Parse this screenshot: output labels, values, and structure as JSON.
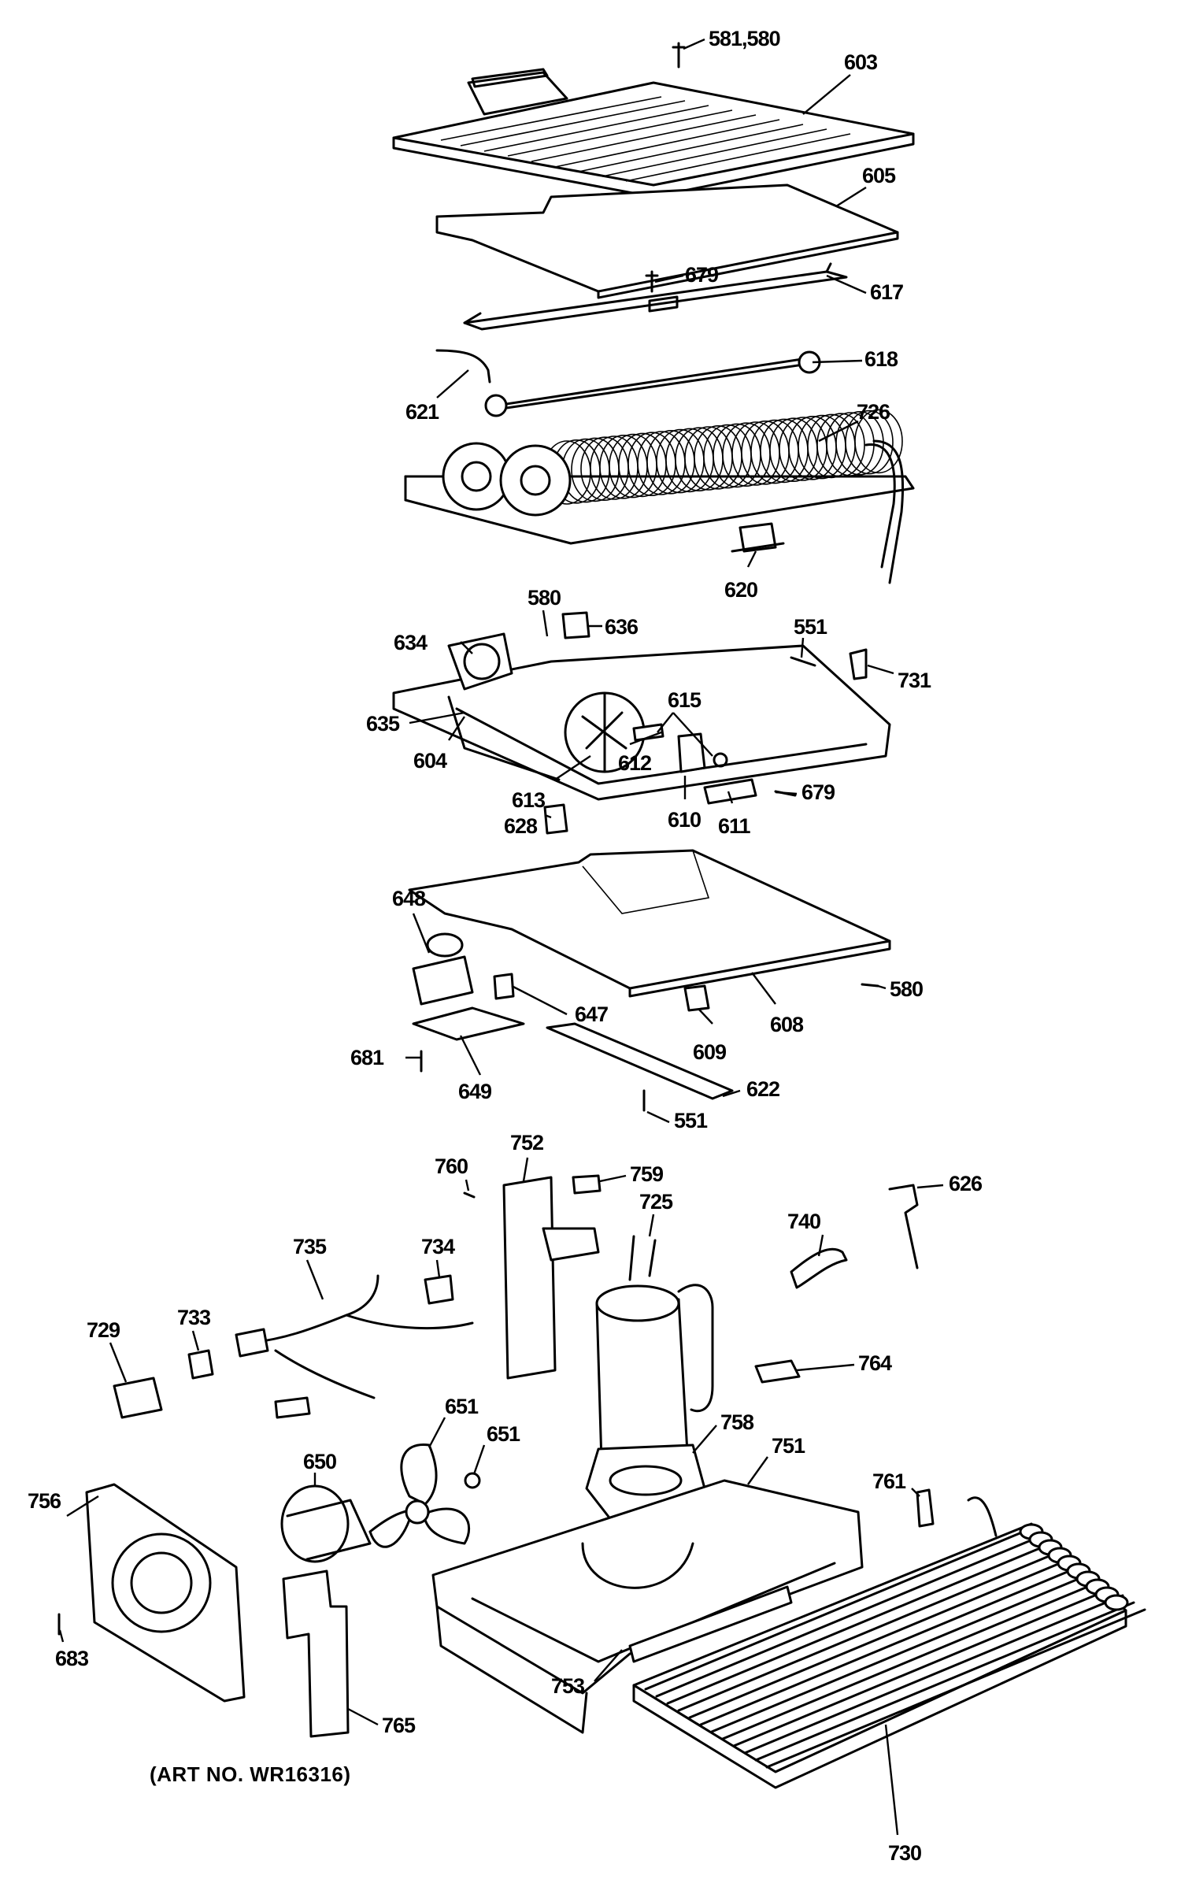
{
  "caption": "(ART NO. WR16316)",
  "labels": [
    "581,580",
    "603",
    "605",
    "679",
    "617",
    "618",
    "621",
    "726",
    "620",
    "580",
    "636",
    "634",
    "551",
    "731",
    "615",
    "635",
    "604",
    "612",
    "613",
    "679",
    "628",
    "610",
    "611",
    "648",
    "647",
    "608",
    "580",
    "609",
    "681",
    "649",
    "622",
    "551",
    "752",
    "759",
    "760",
    "725",
    "740",
    "626",
    "734",
    "735",
    "733",
    "729",
    "764",
    "758",
    "751",
    "651",
    "651",
    "650",
    "761",
    "756",
    "683",
    "753",
    "765",
    "730"
  ]
}
